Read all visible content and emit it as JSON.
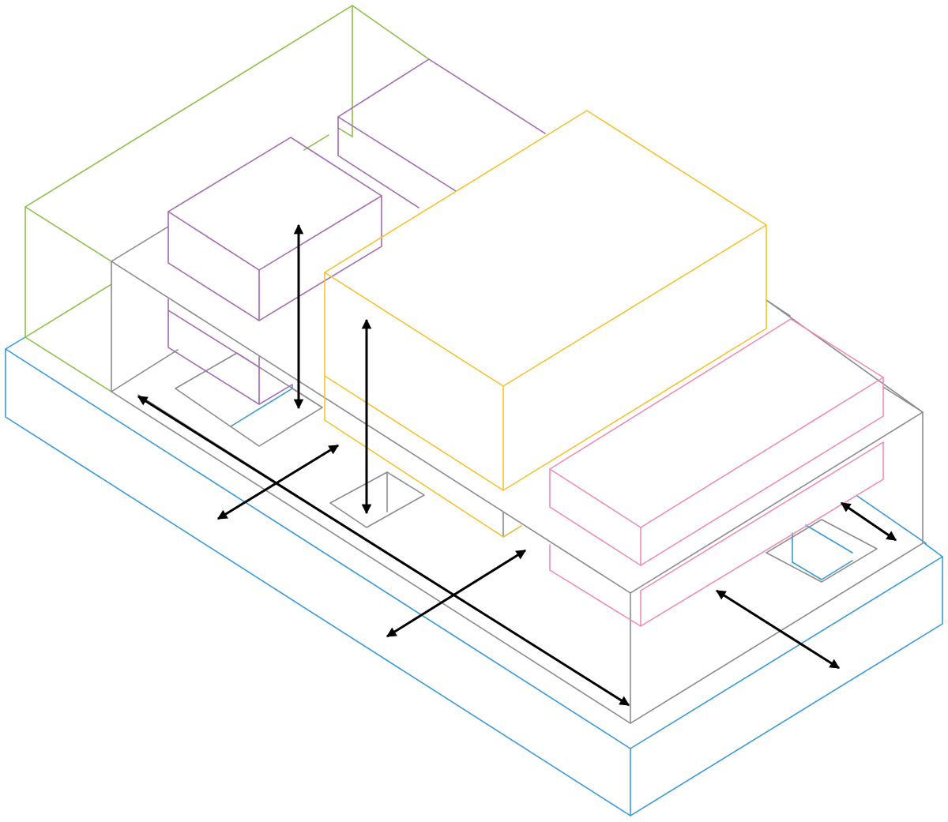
{
  "colors": {
    "base": "#3a9ad9",
    "envelope": "#8dc04a",
    "podium": "#8c8c8c",
    "upper_left": "#a569b3",
    "central": "#f5c331",
    "right": "#f28cb8",
    "arrow": "#000000"
  },
  "volumes": [
    {
      "name": "base-platform",
      "color_key": "base"
    },
    {
      "name": "site-envelope",
      "color_key": "envelope"
    },
    {
      "name": "podium-frame",
      "color_key": "podium"
    },
    {
      "name": "upper-left-blocks",
      "color_key": "upper_left"
    },
    {
      "name": "central-block",
      "color_key": "central"
    },
    {
      "name": "right-blocks",
      "color_key": "right"
    }
  ],
  "arrows": [
    {
      "name": "vertical-arrow-left",
      "kind": "double"
    },
    {
      "name": "vertical-arrow-center",
      "kind": "double"
    },
    {
      "name": "long-diagonal-arrow",
      "kind": "double"
    },
    {
      "name": "cross-arrow-left",
      "kind": "double"
    },
    {
      "name": "cross-arrow-center",
      "kind": "double"
    },
    {
      "name": "cross-arrow-right",
      "kind": "double"
    },
    {
      "name": "short-arrow-right",
      "kind": "double"
    }
  ]
}
